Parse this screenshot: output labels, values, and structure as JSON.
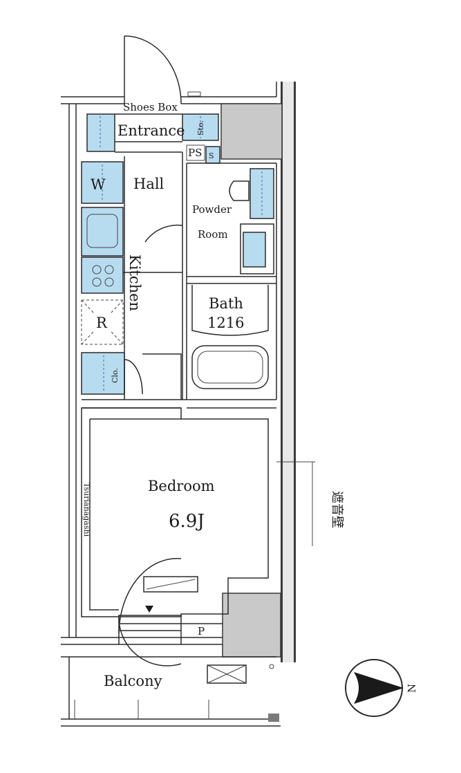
{
  "rooms": {
    "shoes_box": "Shoes Box",
    "entrance": "Entrance",
    "sto": "Sto.",
    "ps": "PS",
    "s": "S",
    "hall": "Hall",
    "w": "W",
    "powder_room_line1": "Powder",
    "powder_room_line2": "Room",
    "kitchen": "Kitchen",
    "bath": "Bath",
    "bath_size": "1216",
    "r": "R",
    "clo": "Clo.",
    "bedroom": "Bedroom",
    "bedroom_size": "6.9J",
    "tsurianagashi": "Tsurianagashi",
    "p": "P",
    "balcony": "Balcony",
    "soundproof": "遮音壁"
  },
  "compass": {
    "north_label": "N"
  },
  "colors": {
    "fixture_blue": "#b8dcef",
    "wall_gray": "#c9c9c9",
    "line_dark": "#2a2a2a"
  }
}
